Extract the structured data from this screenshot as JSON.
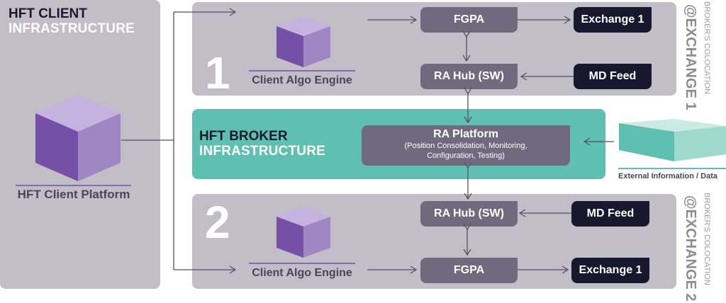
{
  "client": {
    "title_line1": "HFT CLIENT",
    "title_line2": "INFRASTRUCTURE",
    "platform_label": "HFT Client Platform"
  },
  "broker": {
    "title_line1": "HFT BROKER",
    "title_line2": "INFRASTRUCTURE",
    "ra_platform_title": "RA Platform",
    "ra_platform_desc_line1": "(Position Consolidation, Monitoring,",
    "ra_platform_desc_line2": "Configuration, Testing)"
  },
  "external": {
    "label": "External Information / Data"
  },
  "colo1": {
    "number": "1",
    "algo_label": "Client Algo Engine",
    "fpga_label": "FGPA",
    "hub_label": "RA Hub (SW)",
    "exchange_label": "Exchange 1",
    "feed_label": "MD Feed",
    "side_small": "BROKER'S COLOCATION",
    "side_big": "@EXCHANGE 1"
  },
  "colo2": {
    "number": "2",
    "algo_label": "Client Algo Engine",
    "fpga_label": "FGPA",
    "hub_label": "RA Hub (SW)",
    "exchange_label": "Exchange 1",
    "feed_label": "MD Feed",
    "side_small": "BROKER'S COLOCATION",
    "side_big": "@EXCHANGE 2"
  },
  "colors": {
    "panel_gray": "#c1bec8",
    "teal": "#5fbfb0",
    "box_gray": "#6f6a7e",
    "box_dark": "#17182e",
    "cube_purple": "#8a6ab5"
  }
}
